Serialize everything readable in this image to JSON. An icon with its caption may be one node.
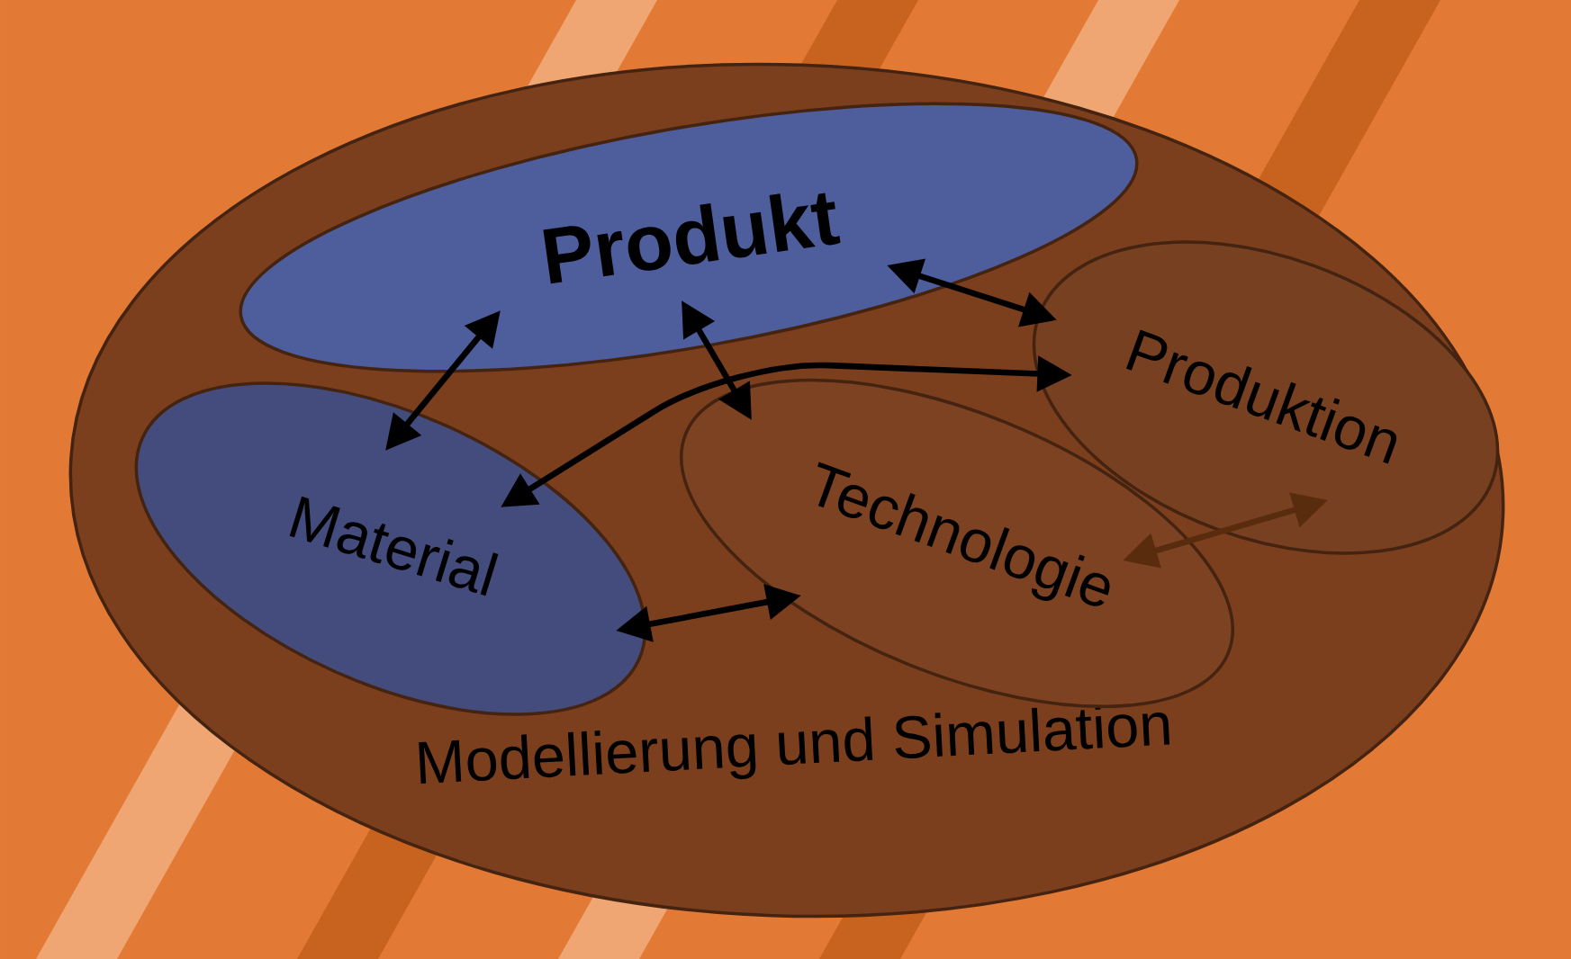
{
  "diagram": {
    "nodes": [
      {
        "text": [
          "Modellierung und Simulation"
        ]
      },
      {
        "text": [
          "Produkt"
        ],
        "in": 0
      },
      {
        "text": [
          "Material"
        ],
        "in": 0
      },
      {
        "text": [
          "Technologie"
        ],
        "in": 0
      },
      {
        "text": [
          "Produktion"
        ],
        "in": 0
      }
    ],
    "edges": [
      {
        "from": 1,
        "to": 2,
        "arrow": "both"
      },
      {
        "from": 1,
        "to": 3,
        "arrow": "both"
      },
      {
        "from": 1,
        "to": 4,
        "arrow": "both"
      },
      {
        "from": 2,
        "to": 4,
        "arrow": "both"
      },
      {
        "from": 2,
        "to": 3,
        "arrow": "both"
      },
      {
        "from": 3,
        "to": 4,
        "arrow": "both",
        "color": "#5a2c0e"
      }
    ]
  }
}
